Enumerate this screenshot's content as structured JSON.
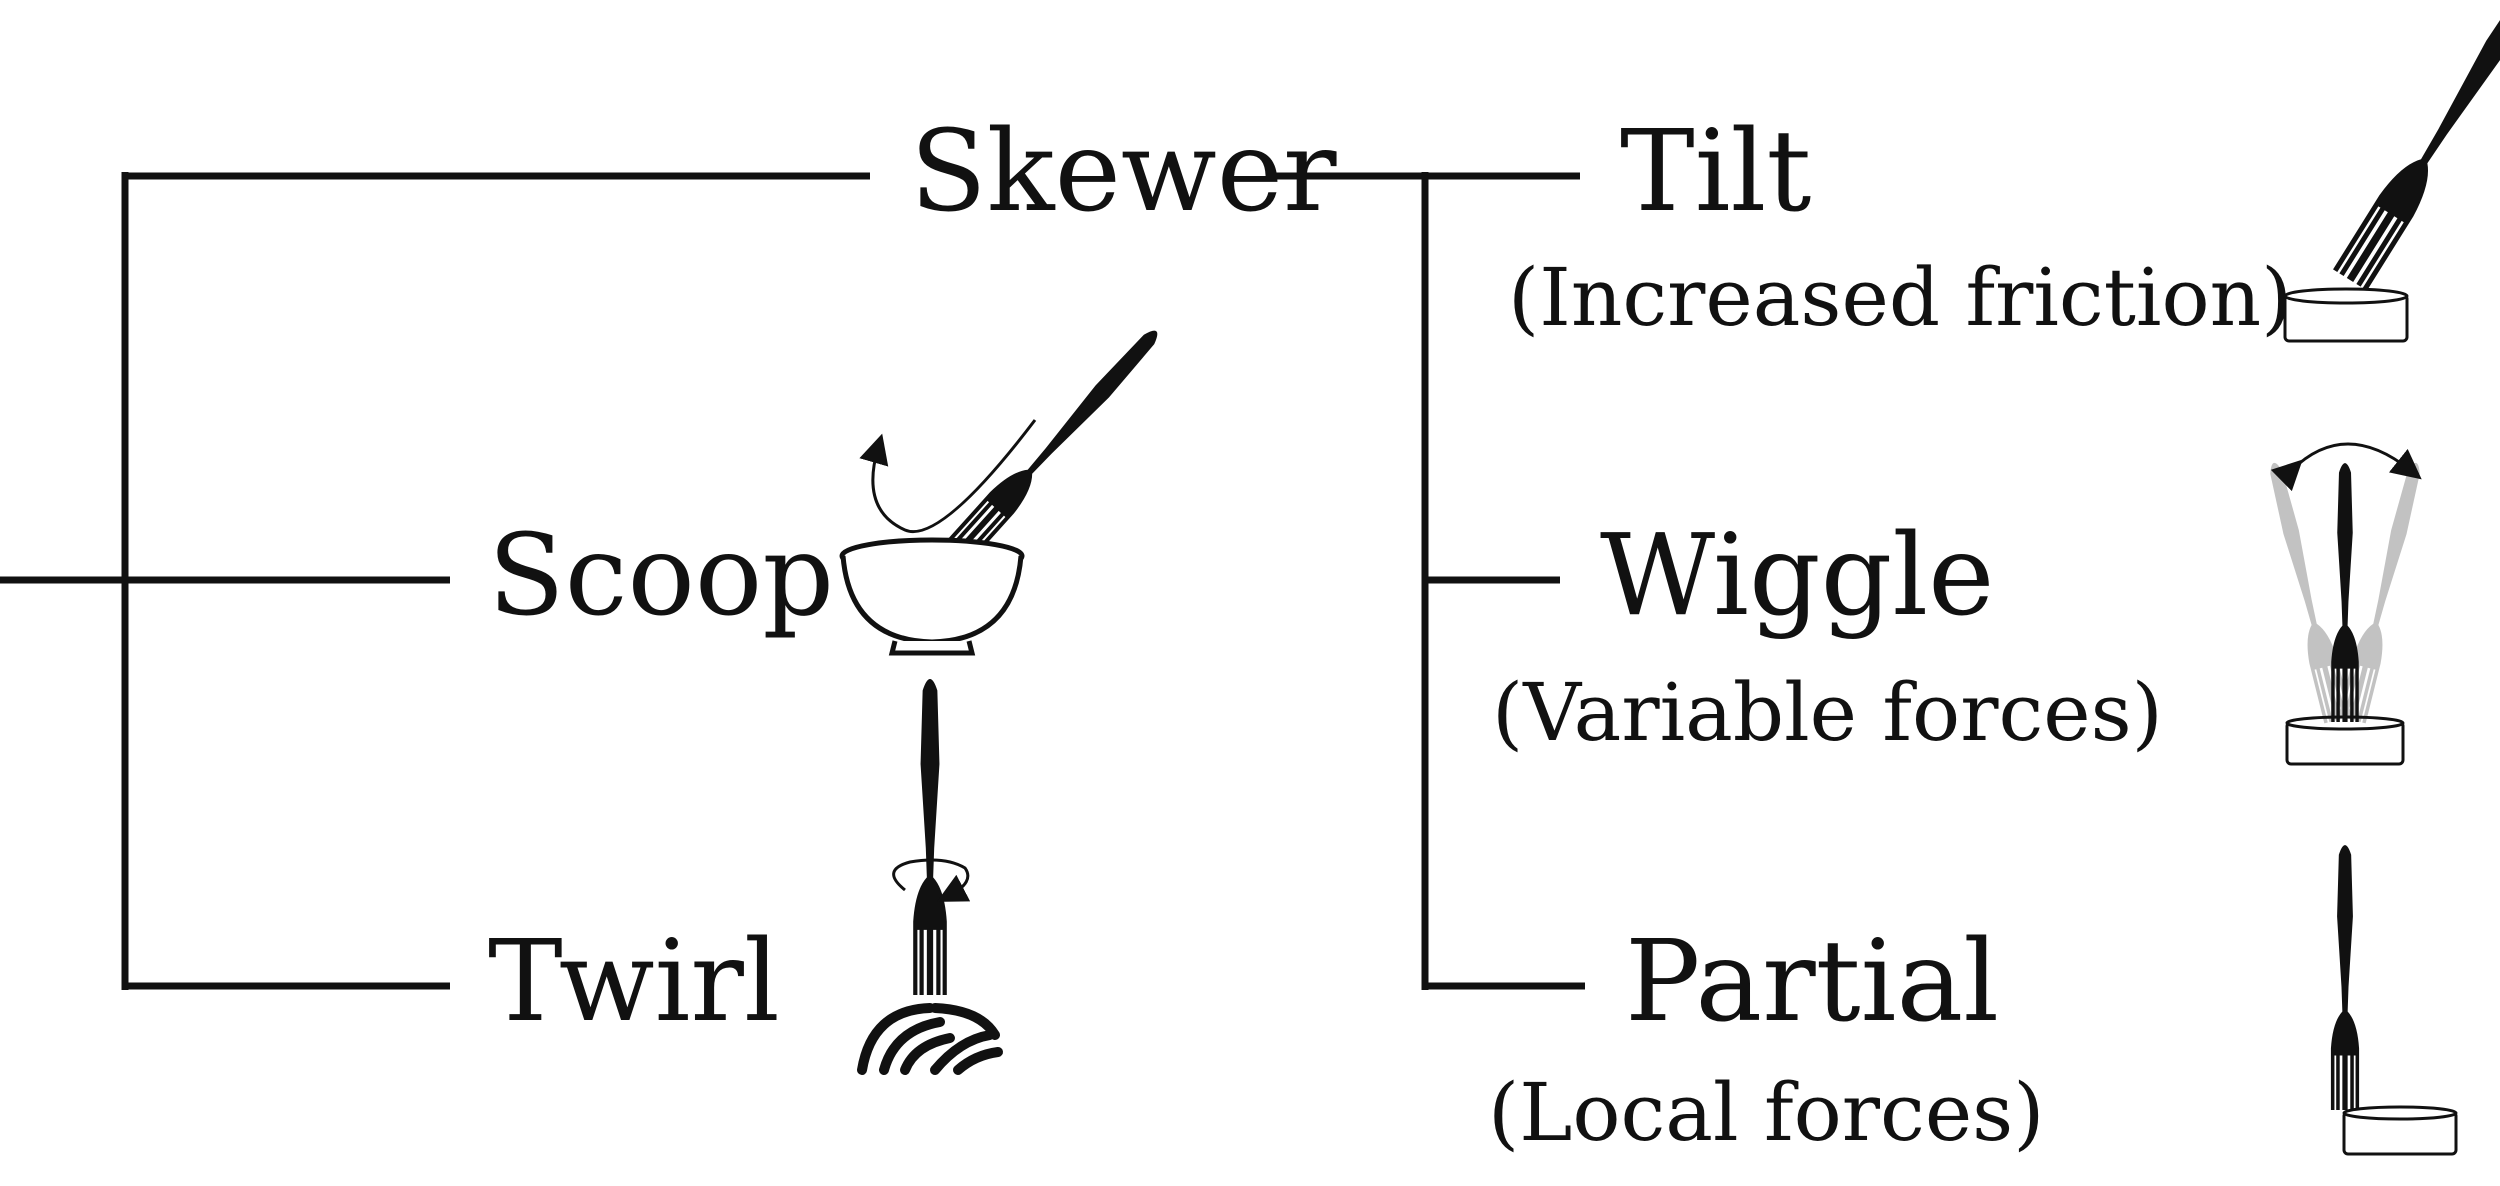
{
  "tree": {
    "skewer": {
      "label": "Skewer",
      "children": {
        "tilt": {
          "label": "Tilt",
          "note": "(Increased friction)"
        },
        "wiggle": {
          "label": "Wiggle",
          "note": "(Variable forces)"
        },
        "partial": {
          "label": "Partial",
          "note": "(Local forces)"
        }
      }
    },
    "scoop": {
      "label": "Scoop"
    },
    "twirl": {
      "label": "Twirl"
    }
  },
  "icons": [
    "fork-bowl-scoop-icon",
    "fork-twirl-noodles-icon",
    "fork-tilt-food-icon",
    "fork-wiggle-food-icon",
    "fork-partial-food-icon"
  ],
  "colors": {
    "ink": "#111111",
    "ghost": "#c8c8c8",
    "background": "#ffffff"
  }
}
